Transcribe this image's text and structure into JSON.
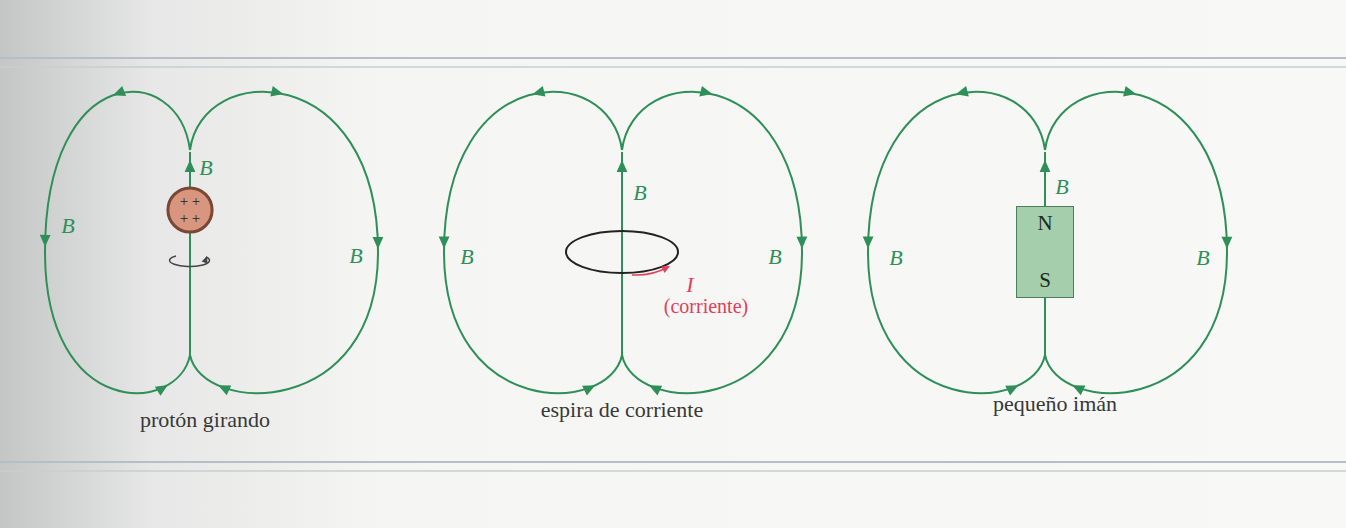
{
  "diagram": {
    "nodes": [
      {
        "text": [
          "+ +",
          "+ +"
        ]
      },
      {
        "text": [
          "N",
          "S"
        ]
      }
    ],
    "labels": [
      "B",
      "B",
      "B",
      "B",
      "B",
      "B",
      "I",
      "(corriente)",
      "B",
      "B",
      "B",
      "protón girando",
      "espira de corriente",
      "pequeño imán"
    ]
  }
}
